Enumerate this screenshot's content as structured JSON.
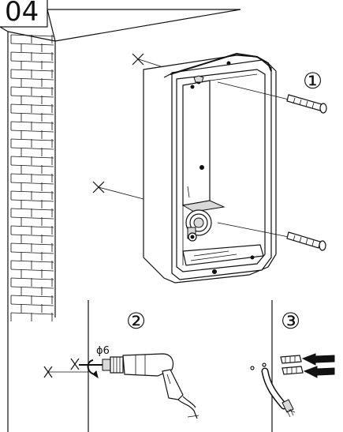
{
  "page_number": "04",
  "steps": {
    "step1": "①",
    "step2": "②",
    "step3": "③"
  },
  "drill_diameter_label": "ϕ6",
  "colors": {
    "line": "#111111",
    "background": "#ffffff"
  },
  "icons": [
    "drill-icon",
    "wall-plug-icon",
    "screw-icon",
    "arrow-icon",
    "cable-icon",
    "brick-wall-icon",
    "mounting-box-icon"
  ]
}
